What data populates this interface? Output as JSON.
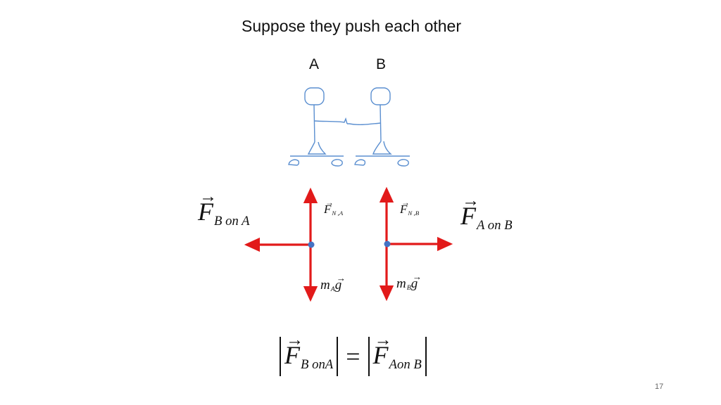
{
  "slide": {
    "title": "Suppose they push each other",
    "page_number": "17"
  },
  "people": {
    "a_label": "A",
    "b_label": "B"
  },
  "forces": {
    "f_b_on_a": {
      "symbol": "F",
      "subscript": "B on A"
    },
    "f_a_on_b": {
      "symbol": "F",
      "subscript": "A on B"
    },
    "normal_a": {
      "symbol": "F",
      "subscript": "N ,A"
    },
    "normal_b": {
      "symbol": "F",
      "subscript": "N ,B"
    },
    "weight_a": {
      "symbol": "m",
      "subscript": "A",
      "vector": "g"
    },
    "weight_b": {
      "symbol": "m",
      "subscript": "B",
      "vector": "g"
    }
  },
  "equation": {
    "left_symbol": "F",
    "left_subscript": "B onA",
    "equals": "=",
    "right_symbol": "F",
    "right_subscript": "Aon B"
  },
  "colors": {
    "arrow": "#e21a1a",
    "dot": "#4472c4",
    "figure": "#5b8fd0",
    "text": "#111111"
  }
}
